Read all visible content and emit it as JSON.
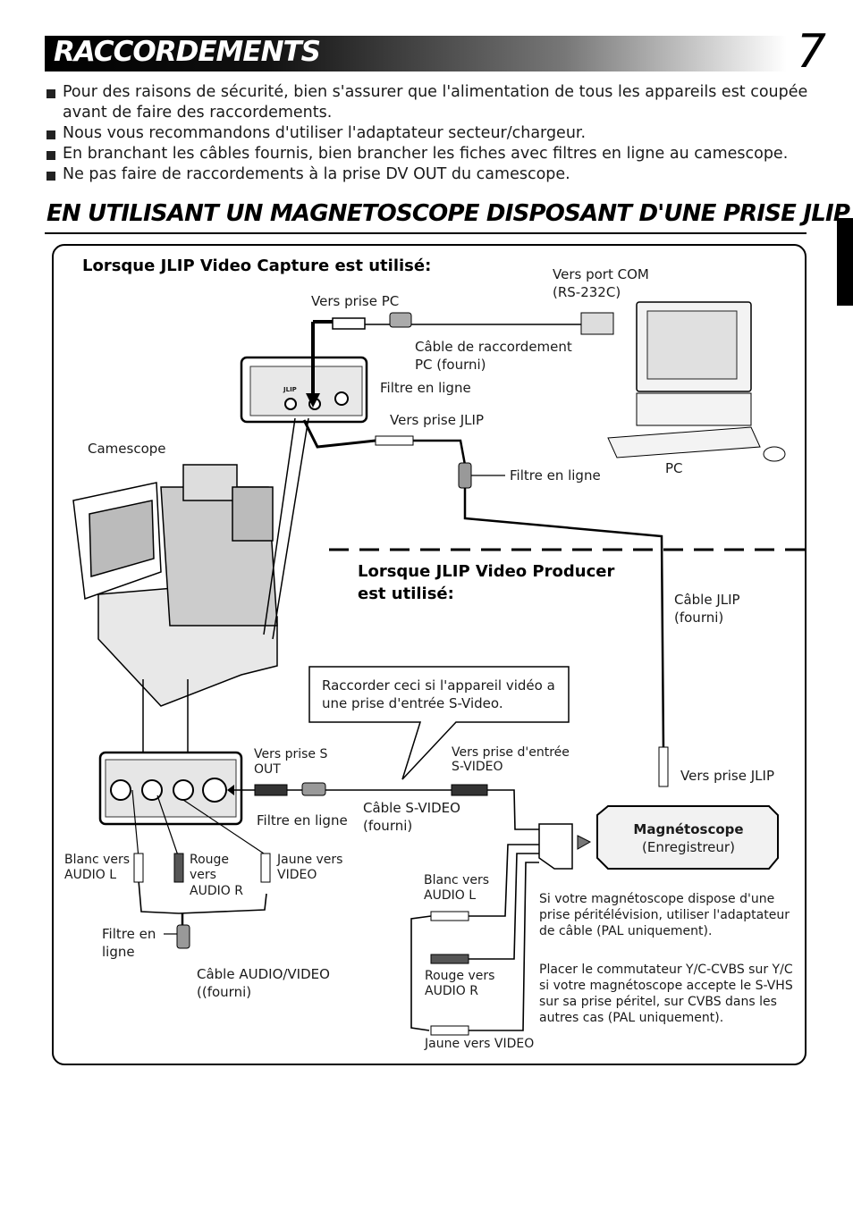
{
  "header": {
    "title": "RACCORDEMENTS",
    "page_number": "7"
  },
  "bullets": [
    "Pour des raisons de sécurité, bien s'assurer que l'alimentation de tous les appareils est coupée avant de faire des raccordements.",
    "Nous vous recommandons d'utiliser l'adaptateur secteur/chargeur.",
    "En branchant les câbles fournis, bien brancher les fiches avec filtres en ligne au camescope.",
    "Ne pas faire de raccordements à la prise DV OUT du camescope."
  ],
  "section_title": "EN UTILISANT UN MAGNETOSCOPE DISPOSANT D'UNE PRISE JLIP",
  "diagram": {
    "capture_heading": "Lorsque JLIP Video Capture est utilisé:",
    "producer_heading_1": "Lorsque JLIP Video Producer",
    "producer_heading_2": "est utilisé:",
    "vers_port_com_1": "Vers port COM",
    "vers_port_com_2": "(RS-232C)",
    "vers_prise_pc": "Vers prise PC",
    "cable_pc_1": "Câble de raccordement",
    "cable_pc_2": "PC (fourni)",
    "filtre_top": "Filtre en ligne",
    "vers_prise_jlip_top": "Vers prise JLIP",
    "jlip_mark": "JLIP",
    "camescope": "Camescope",
    "filtre_mid": "Filtre en ligne",
    "pc": "PC",
    "cable_jlip_1": "Câble JLIP",
    "cable_jlip_2": "(fourni)",
    "callout": "Raccorder ceci si l'appareil vidéo a une prise d'entrée S-Video.",
    "vers_s_out_1": "Vers prise S",
    "vers_s_out_2": "OUT",
    "vers_s_in_1": "Vers prise d'entrée",
    "vers_s_in_2": "S-VIDEO",
    "vers_prise_jlip_bottom": "Vers prise JLIP",
    "filtre_bottom": "Filtre en ligne",
    "cable_svideo_1": "Câble S-VIDEO",
    "cable_svideo_2": "(fourni)",
    "vcr_title": "Magnétoscope",
    "vcr_sub": "(Enregistreur)",
    "blanc_l_1": "Blanc vers",
    "blanc_l_2": "AUDIO L",
    "rouge_r_1": "Rouge",
    "rouge_r_2": "vers",
    "rouge_r_3": "AUDIO R",
    "jaune_v_1": "Jaune vers",
    "jaune_v_2": "VIDEO",
    "filtre_av_1": "Filtre en",
    "filtre_av_2": "ligne",
    "cable_av_1": "Câble AUDIO/VIDEO",
    "cable_av_2": "((fourni)",
    "r_blanc_1": "Blanc vers",
    "r_blanc_2": "AUDIO L",
    "r_rouge_1": "Rouge vers",
    "r_rouge_2": "AUDIO R",
    "r_jaune": "Jaune vers VIDEO",
    "scart_note": "Si votre magnétoscope dispose d'une prise péritélévision, utiliser l'adaptateur de câble (PAL uniquement).",
    "switch_note": "Placer le commutateur Y/C-CVBS sur Y/C si votre magnétoscope accepte le S-VHS sur sa prise péritel, sur CVBS dans les autres cas (PAL uniquement)."
  }
}
